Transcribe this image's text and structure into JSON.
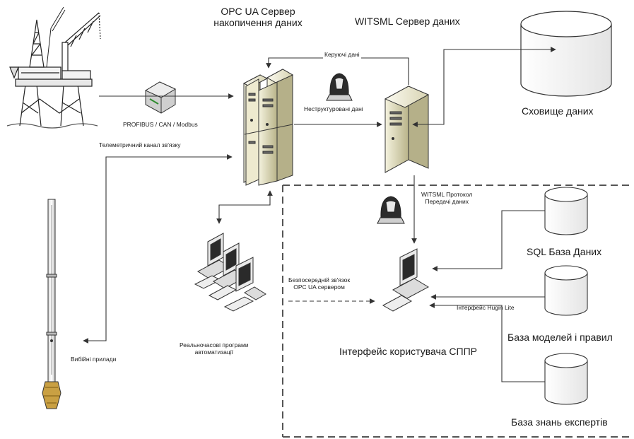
{
  "opc_server": {
    "line1": "OPC UA Сервер",
    "line2": "накопичення даних"
  },
  "witsml_server": {
    "title": "WITSML Сервер даних"
  },
  "data_warehouse": {
    "label": "Сховище даних"
  },
  "control_data": {
    "label": "Керуючі дані"
  },
  "unstructured_data": {
    "label": "Неструктуровані дані"
  },
  "fieldbus": {
    "label": "PROFIBUS / CAN / Modbus"
  },
  "telemetry": {
    "label": "Телеметричний канал зв'язку"
  },
  "witsml_protocol": {
    "line1": "WITSML Протокол",
    "line2": "Передачі даних"
  },
  "downhole": {
    "label": "Вибійні прилади"
  },
  "realtime": {
    "line1": "Реальночасові програми",
    "line2": "автоматизації"
  },
  "direct_link": {
    "line1": "Безпосередній зв'язок",
    "line2": "OPC UA сервером"
  },
  "user_interface": {
    "label": "Інтерфейс користувача СППР"
  },
  "hugin": {
    "label": "Інтерфейс Hugin Lite"
  },
  "sql_db": {
    "label": "SQL База Даних"
  },
  "models_db": {
    "label": "База моделей і правил"
  },
  "experts_db": {
    "label": "База знань експертів"
  }
}
